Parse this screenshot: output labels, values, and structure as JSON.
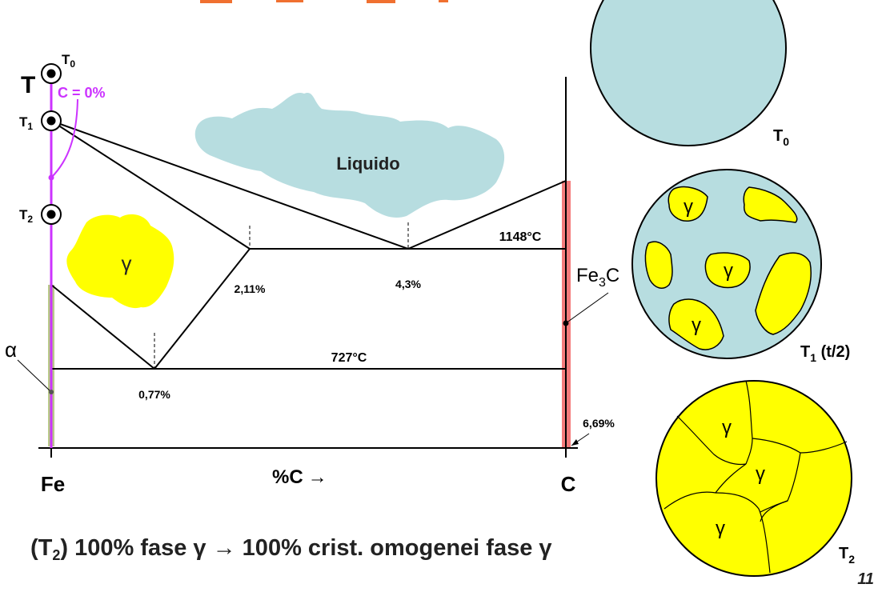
{
  "diagram": {
    "temperature_axis_label": "T",
    "axis_title": "%C",
    "arrow_right_glyph": "→",
    "left_component": "Fe",
    "right_component": "C",
    "points": {
      "t0": "T",
      "t0_sub": "0",
      "t1": "T",
      "t1_sub": "1",
      "t2": "T",
      "t2_sub": "2"
    },
    "composition_label": "C = 0%",
    "liquid_label": "Liquido",
    "gamma_symbol": "γ",
    "alpha_symbol": "α",
    "cementite_main": "Fe",
    "cementite_sub": "3",
    "cementite_tail": "C",
    "eutectic_temp": "1148°C",
    "eutectoid_temp": "727°C",
    "eutectic_comp": "4,3%",
    "max_gamma_comp": "2,11%",
    "eutectoid_comp": "0,77%",
    "cementite_comp": "6,69%"
  },
  "microstructures": {
    "t0_label_main": "T",
    "t0_label_sub": "0",
    "t1_label_main": "T",
    "t1_label_sub": "1",
    "t1_label_tail": " (t/2)",
    "t2_label_main": "T",
    "t2_label_sub": "2",
    "gamma_symbol": "γ"
  },
  "caption": {
    "prefix": "(T",
    "prefix_sub": "2",
    "text_a": ") 100% fase γ ",
    "arrow": "→",
    "text_b": " 100% crist. omogenei fase γ"
  },
  "page_number": "11",
  "colors": {
    "liquid": "#b7dde0",
    "gamma": "#ffff00",
    "orange_accent": "#f07030",
    "magenta": "#cc33ff",
    "cementite_band": "#f47c7c",
    "alpha_band": "#b9c98a"
  }
}
